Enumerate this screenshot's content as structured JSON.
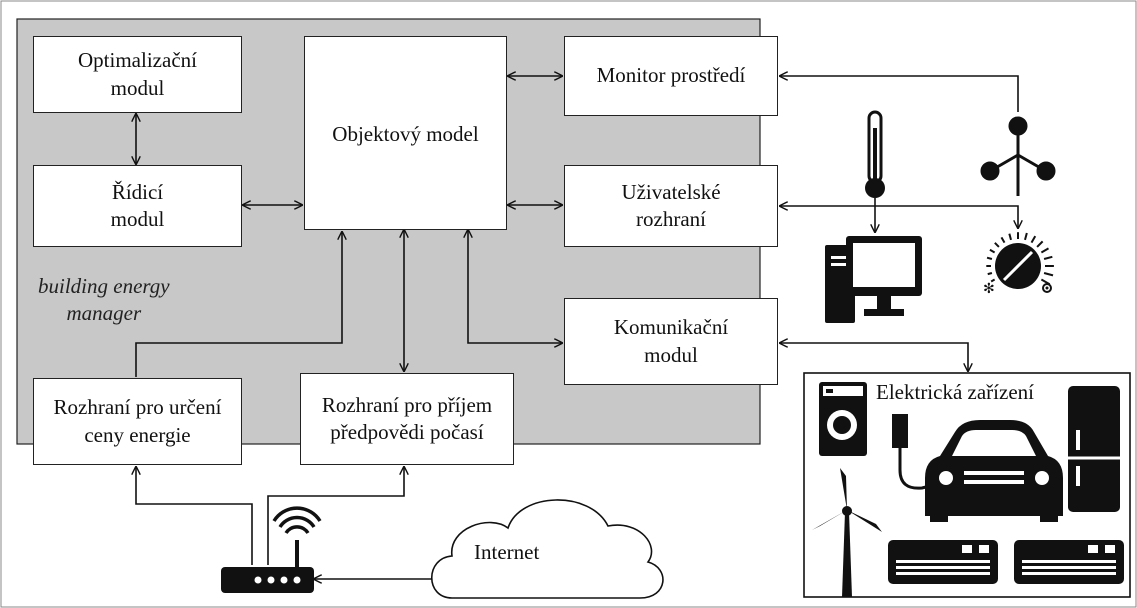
{
  "subsystem_label": "building energy\nmanager",
  "modules": {
    "optimization": "Optimalizační\nmodul",
    "control": "Řídicí\nmodul",
    "object_model": "Objektový model",
    "environment_monitor": "Monitor prostředí",
    "user_interface": "Uživatelské\nrozhraní",
    "communication": "Komunikační\nmodul",
    "price_interface": "Rozhraní pro určení\nceny energie",
    "weather_interface": "Rozhraní pro příjem\npředpovědi počasí"
  },
  "devices_title": "Elektrická zařízení",
  "cloud_label": "Internet",
  "colors": {
    "subsystem_fill": "#c8c8c8",
    "stroke": "#111111",
    "device_fill": "#000000"
  },
  "icons": [
    "thermometer-icon",
    "anemometer-icon",
    "computer-icon",
    "thermostat-dial-icon",
    "router-icon",
    "internet-cloud-icon",
    "washing-machine-icon",
    "electric-car-icon",
    "refrigerator-icon",
    "wind-turbine-icon",
    "air-conditioner-icon"
  ]
}
